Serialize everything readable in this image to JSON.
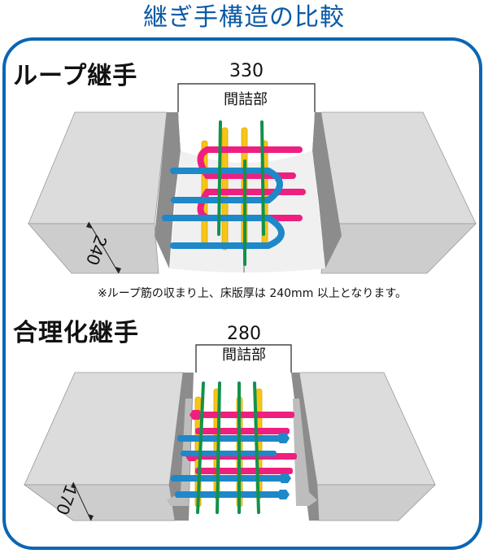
{
  "title": "継ぎ手構造の比較",
  "colors": {
    "title": "#0b5aa6",
    "frame": "#0a66b3",
    "concrete_top": "#dcdcdc",
    "concrete_front": "#cfcfcf",
    "rebar_pink": "#ee1f7f",
    "rebar_blue": "#1e88c8",
    "rebar_yellow": "#f5c518",
    "rebar_green": "#12924a"
  },
  "sections": [
    {
      "label": "ループ継手",
      "gap_dimension": "330",
      "gap_label": "間詰部",
      "thickness_dimension": "240",
      "note": "※ループ筋の収まり上、床版厚は 240mm 以上となります。"
    },
    {
      "label": "合理化継手",
      "gap_dimension": "280",
      "gap_label": "間詰部",
      "thickness_dimension": "170"
    }
  ]
}
